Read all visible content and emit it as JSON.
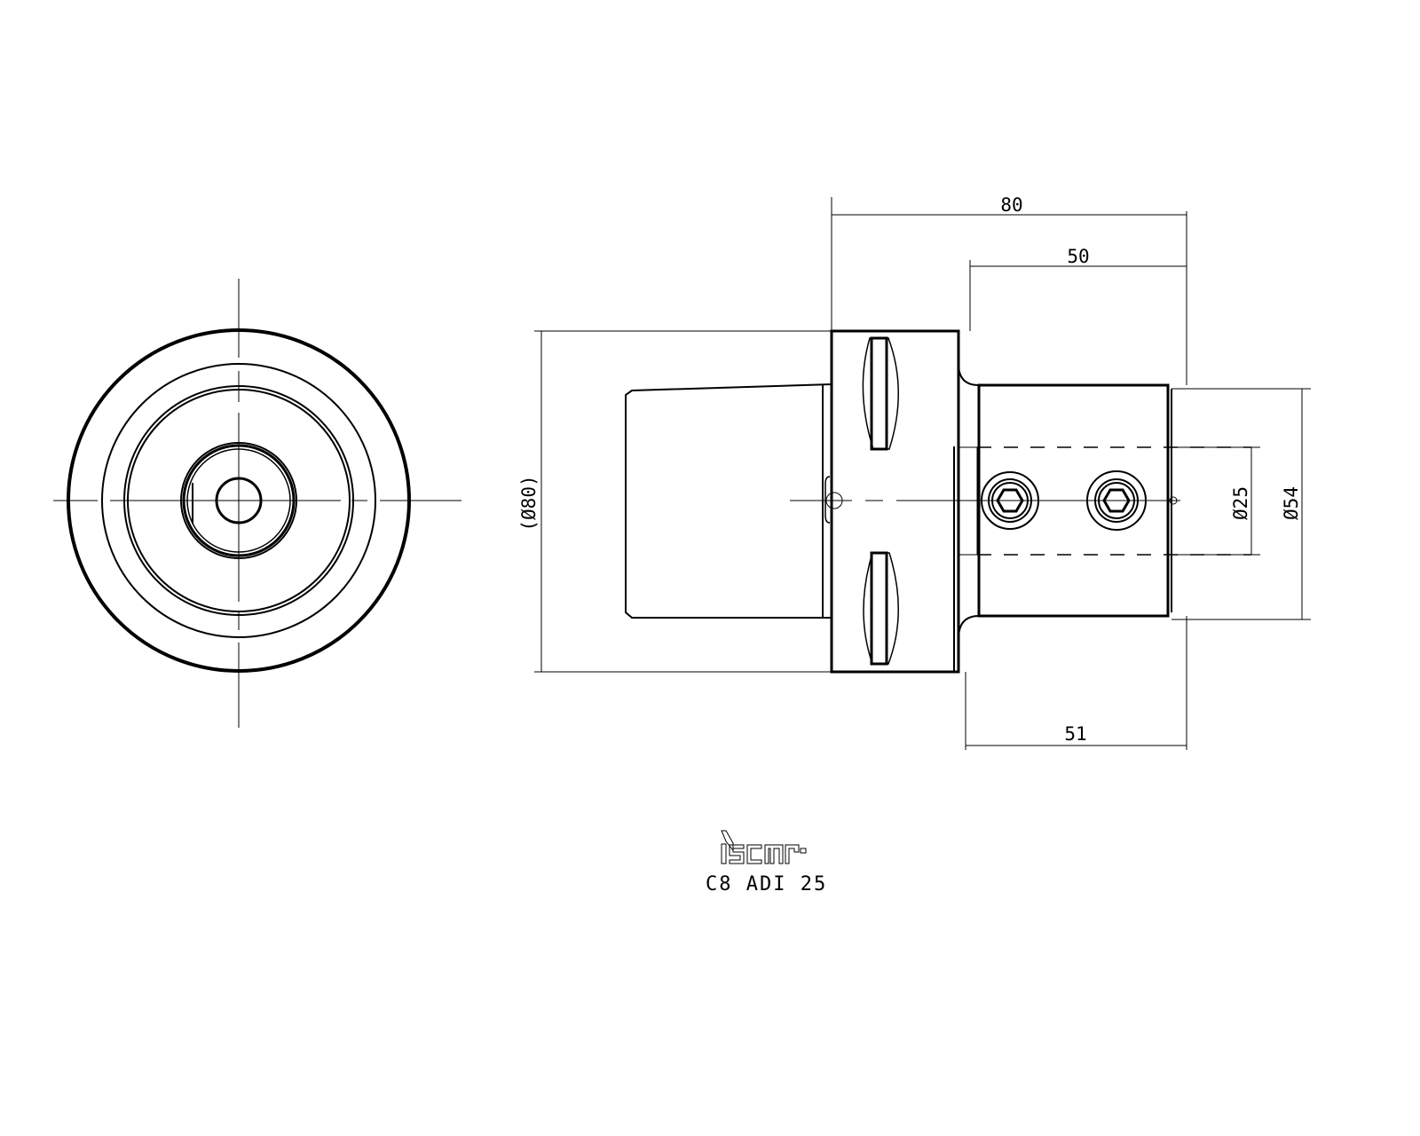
{
  "drawing": {
    "brand": "iscar",
    "part_number": "C8 ADI 25",
    "line_color": "#000000",
    "background": "#ffffff"
  },
  "dimensions": {
    "overall_length": "80",
    "shank_length_top": "50",
    "shank_length_bottom": "51",
    "flange_diameter": "(Ø80)",
    "bore_diameter": "Ø25",
    "shank_diameter": "Ø54"
  }
}
